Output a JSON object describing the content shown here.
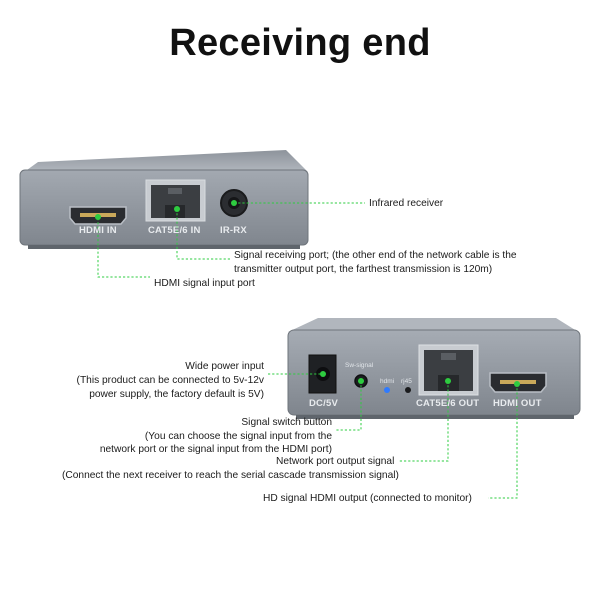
{
  "title": "Receiving end",
  "device1": {
    "ports": {
      "hdmi_in": "HDMI IN",
      "cat_in": "CAT5E/6 IN",
      "ir_rx": "IR-RX"
    }
  },
  "device2": {
    "ports": {
      "dc": "DC/5V",
      "sw_signal": "Sw-signal",
      "hdmi_led": "hdmi",
      "rj45_led": "rj45",
      "cat_out": "CAT5E/6 OUT",
      "hdmi_out": "HDMI OUT"
    }
  },
  "callouts": {
    "infrared": "Infrared receiver",
    "signal_port_1": "Signal receiving port; (the other end of the network cable is the",
    "signal_port_2": "transmitter output port, the farthest transmission is 120m)",
    "hdmi_input": "HDMI signal input port",
    "power_1": "Wide power input",
    "power_2": "(This product can be connected to 5v-12v",
    "power_3": "power supply, the factory default is 5V)",
    "switch_1": "Signal switch button",
    "switch_2": "(You can choose the signal input from the",
    "switch_3": "network port or the signal input from the HDMI port)",
    "net_out_1": "Network port output signal",
    "net_out_2": "(Connect the next receiver to reach the serial cascade transmission signal)",
    "hd_out": "HD signal HDMI output (connected to monitor)"
  },
  "colors": {
    "leader_line": "#2ecc40",
    "device_body": "#8a9098",
    "device_face": "#9da3ab",
    "led_blue": "#2f7bff"
  }
}
